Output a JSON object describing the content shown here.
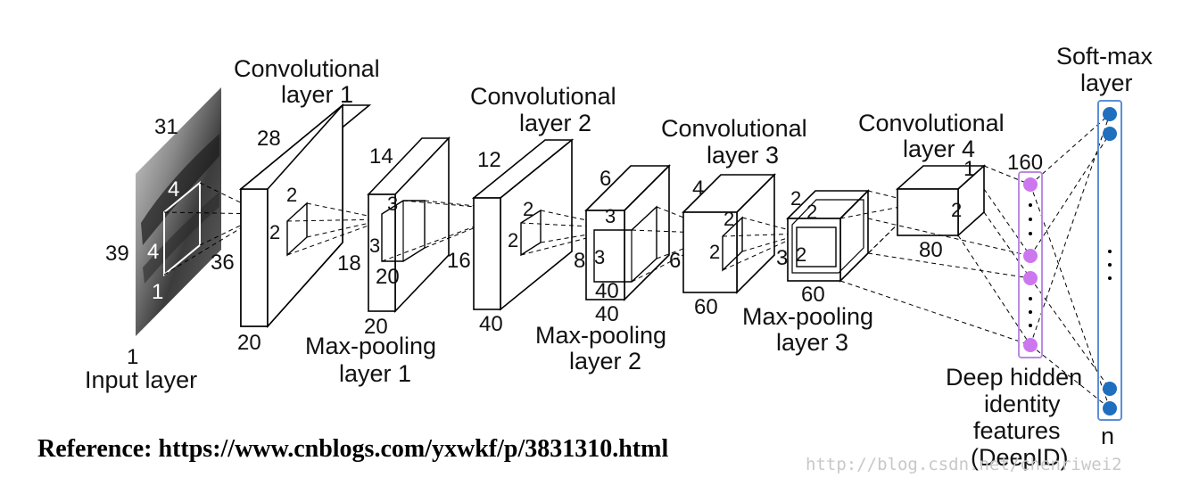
{
  "input": {
    "n31": "31",
    "n39": "39",
    "n4a": "4",
    "n4b": "4",
    "n1": "1",
    "n36": "36",
    "bottom": "1",
    "label": "Input layer"
  },
  "conv1": {
    "title1": "Convolutional",
    "title2": "layer 1",
    "n28": "28",
    "n20": "20",
    "k1": "2",
    "k2": "2"
  },
  "pool1": {
    "n14": "14",
    "n18": "18",
    "n20": "20",
    "k1": "3",
    "k2": "3",
    "title1": "Max-pooling",
    "title2": "layer 1",
    "d20": "20"
  },
  "conv2": {
    "title1": "Convolutional",
    "title2": "layer 2",
    "n12": "12",
    "n16": "16",
    "n40": "40",
    "k1": "2",
    "k2": "2"
  },
  "pool2": {
    "n6": "6",
    "n8": "8",
    "k1": "3",
    "k2": "3",
    "n40a": "40",
    "n40b": "40",
    "title1": "Max-pooling",
    "title2": "layer 2"
  },
  "conv3": {
    "title1": "Convolutional",
    "title2": "layer 3",
    "n4": "4",
    "n6": "6",
    "k1": "2",
    "k2": "2",
    "n60": "60"
  },
  "pool3": {
    "n2a": "2",
    "n2b": "2",
    "n3": "3",
    "n2c": "2",
    "n60": "60",
    "title1": "Max-pooling",
    "title2": "layer 3"
  },
  "conv4": {
    "title1": "Convolutional",
    "title2": "layer 4",
    "n1": "1",
    "n2": "2",
    "n80": "80"
  },
  "deepid": {
    "n160": "160",
    "l1": "Deep hidden",
    "l2": "identity",
    "l3": "features",
    "l4": "(DeepID)"
  },
  "softmax": {
    "l1": "Soft-max",
    "l2": "layer",
    "n": "n"
  },
  "reference": "Reference: https://www.cnblogs.com/yxwkf/p/3831310.html",
  "watermark": "http://blog.csdn.net/chenriwei2",
  "colors": {
    "deepid_node": "#cc77ee",
    "deepid_border": "#b98ce0",
    "softmax_node": "#1f6fbf",
    "softmax_border": "#5b8fd6"
  }
}
